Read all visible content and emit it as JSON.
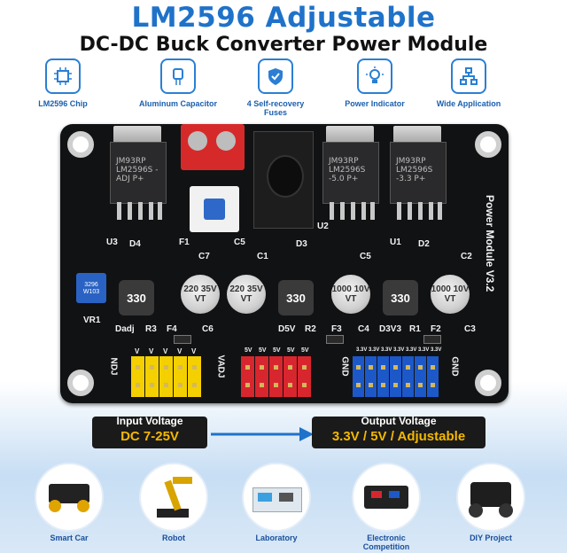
{
  "title": "LM2596 Adjustable",
  "subtitle": "DC-DC  Buck Converter Power Module",
  "features": [
    {
      "label": "LM2596 Chip",
      "icon": "chip-icon"
    },
    {
      "label": "Aluminum Capacitor",
      "icon": "capacitor-icon"
    },
    {
      "label": "4 Self-recovery Fuses",
      "icon": "shield-icon"
    },
    {
      "label": "Power Indicator",
      "icon": "lightbulb-icon"
    },
    {
      "label": "Wide Application",
      "icon": "hierarchy-icon"
    }
  ],
  "board": {
    "module_label": "Power Module V3.2",
    "chip_text": [
      "JM93RP LM2596S -ADJ P+",
      "JM93RP LM2596S -5.0 P+",
      "JM93RP LM2596S -3.3 P+"
    ],
    "silk": {
      "u3": "U3",
      "d4": "D4",
      "f1": "F1",
      "c5": "C5",
      "u2": "U2",
      "d3": "D3",
      "u1": "U1",
      "d2": "D2",
      "c7": "C7",
      "c1": "C1",
      "c5b": "C5",
      "c2": "C2",
      "vr1": "VR1",
      "dadj": "Dadj",
      "r3": "R3",
      "f4": "F4",
      "c6": "C6",
      "d5v": "D5V",
      "r2": "R2",
      "f3": "F3",
      "c4": "C4",
      "d3v3": "D3V3",
      "r1": "R1",
      "f2": "F2",
      "c3": "C3",
      "ndj": "NDJ",
      "vadj": "VADJ",
      "gnd_l": "GND",
      "gnd_r": "GND",
      "v5_labels": [
        "5V",
        "5V",
        "5V",
        "5V",
        "5V"
      ],
      "v33_labels": [
        "3.3V",
        "3.3V",
        "3.3V",
        "3.3V",
        "3.3V",
        "3.3V",
        "3.3V"
      ],
      "vadj_labels": [
        "V",
        "V",
        "V",
        "V",
        "V"
      ]
    },
    "inductor_label": "330",
    "cap_labels": [
      "220 35V VT",
      "220 35V VT",
      "1000 10V VT",
      "1000 10V VT"
    ],
    "pot_text": "3296 W103"
  },
  "input": {
    "title": "Input Voltage",
    "value": "DC 7-25V"
  },
  "output": {
    "title": "Output Voltage",
    "value": "3.3V / 5V / Adjustable"
  },
  "applications": [
    {
      "label": "Smart Car"
    },
    {
      "label": "Robot"
    },
    {
      "label": "Laboratory"
    },
    {
      "label": "Electronic Competition"
    },
    {
      "label": "DIY Project"
    }
  ],
  "colors": {
    "brand_blue": "#1f72c9",
    "accent_yellow": "#f5b800",
    "header_yellow": "#f4d000",
    "header_red": "#d8262e",
    "header_blue": "#1d58c8"
  }
}
